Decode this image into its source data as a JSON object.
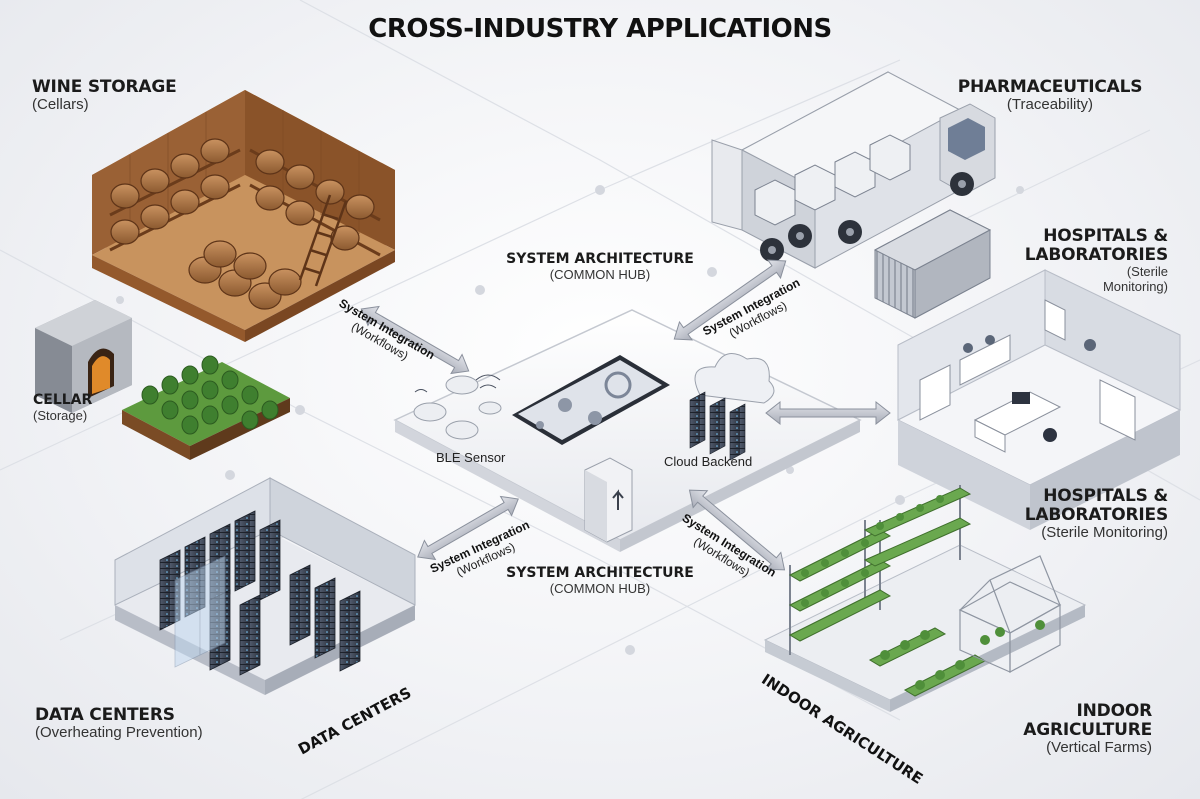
{
  "title": "CROSS-INDUSTRY APPLICATIONS",
  "wine": {
    "title": "WINE STORAGE",
    "subtitle": "(Cellars)"
  },
  "cellar": {
    "title": "CELLAR",
    "subtitle": "(Storage)"
  },
  "pharma": {
    "title": "PHARMACEUTICALS",
    "subtitle": "(Traceability)"
  },
  "hospitals_top": {
    "title_line1": "HOSPITALS &",
    "title_line2": "LABORATORIES",
    "subtitle_line1": "(Sterile",
    "subtitle_line2": "Monitoring)"
  },
  "hospitals_bottom": {
    "title_line1": "HOSPITALS &",
    "title_line2": "LABORATORIES",
    "subtitle": "(Sterile Monitoring)"
  },
  "datacenters": {
    "title": "DATA CENTERS",
    "subtitle": "(Overheating Prevention)",
    "floor_label": "DATA CENTERS"
  },
  "agriculture": {
    "title_line1": "INDOOR",
    "title_line2": "AGRICULTURE",
    "subtitle": "(Vertical Farms)",
    "floor_label": "INDOOR AGRICULTURE"
  },
  "hub": {
    "top_title": "SYSTEM ARCHITECTURE",
    "top_subtitle": "(COMMON HUB)",
    "bottom_title": "SYSTEM ARCHITECTURE",
    "bottom_subtitle": "(COMMON HUB)",
    "ble_label": "BLE Sensor",
    "cloud_label": "Cloud Backend"
  },
  "integration": [
    {
      "title": "System Integration",
      "subtitle": "(Workflows)"
    },
    {
      "title": "System Integration",
      "subtitle": "(Workflows)"
    },
    {
      "title": "System Integration",
      "subtitle": "(Workflows)"
    },
    {
      "title": "System Integration",
      "subtitle": "(Workflows)"
    }
  ],
  "colors": {
    "wood": "#a8693a",
    "wood_dark": "#6e3f1e",
    "barrel": "#b57b47",
    "server": "#3b4353",
    "plant": "#4f8f3a",
    "arrow": "#c9ccd4",
    "hub": "#f6f7fa",
    "floor": "#e9ebf0"
  }
}
